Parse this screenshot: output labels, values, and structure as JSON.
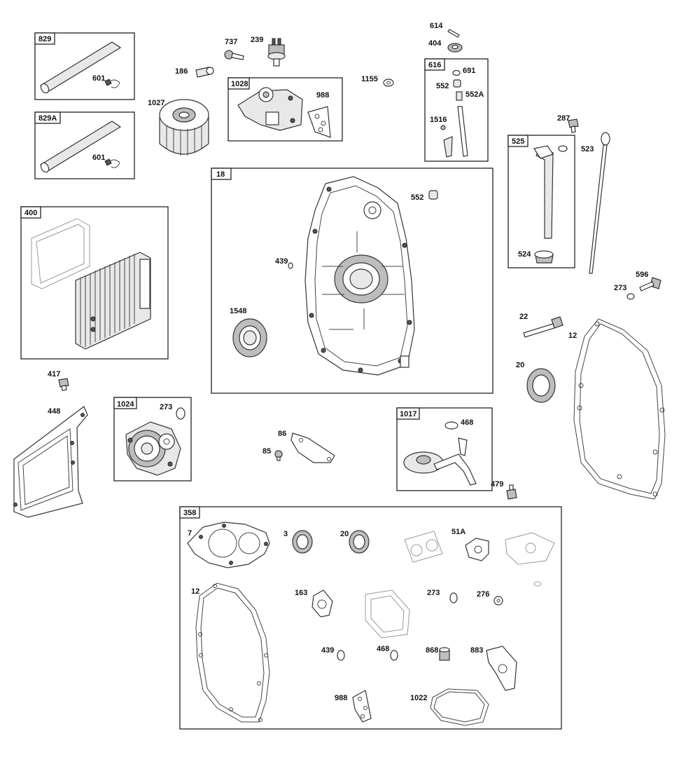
{
  "boxes": {
    "b829": "829",
    "b829A": "829A",
    "b400": "400",
    "b1028": "1028",
    "b616": "616",
    "b18": "18",
    "b525": "525",
    "b1024": "1024",
    "b1017": "1017",
    "b358": "358"
  },
  "labels": {
    "l601a": "601",
    "l601b": "601",
    "l737": "737",
    "l239": "239",
    "l186": "186",
    "l1027": "1027",
    "l988a": "988",
    "l1155": "1155",
    "l614": "614",
    "l404": "404",
    "l691": "691",
    "l552a": "552",
    "l552A": "552A",
    "l1516": "1516",
    "l287": "287",
    "l523": "523",
    "l524": "524",
    "l552b": "552",
    "l439a": "439",
    "l1548": "1548",
    "l596": "596",
    "l273a": "273",
    "l22": "22",
    "l12a": "12",
    "l20a": "20",
    "l417": "417",
    "l448": "448",
    "l273b": "273",
    "l86": "86",
    "l85": "85",
    "l468a": "468",
    "l479": "479",
    "l7": "7",
    "l3": "3",
    "l20b": "20",
    "l51A": "51A",
    "l12b": "12",
    "l163": "163",
    "l273c": "273",
    "l276": "276",
    "l439b": "439",
    "l468b": "468",
    "l868": "868",
    "l883": "883",
    "l988b": "988",
    "l1022": "1022"
  }
}
